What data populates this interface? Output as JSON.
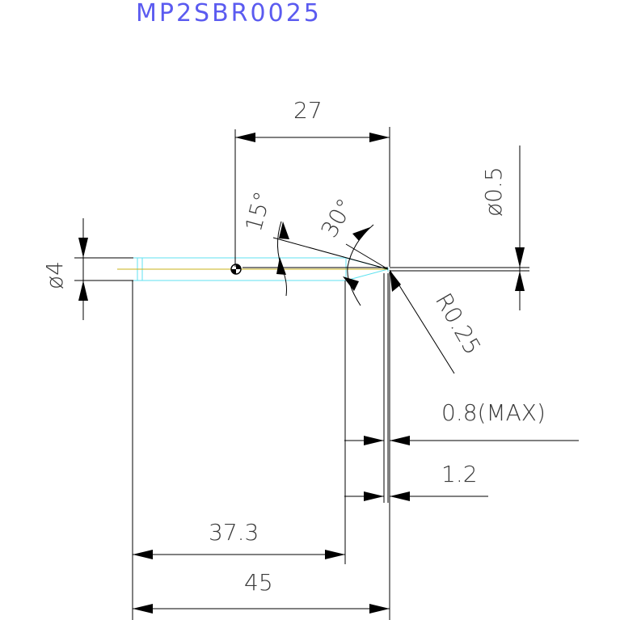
{
  "drawing": {
    "title": "MP2SBR0025",
    "dimensions": {
      "d27": "27",
      "angle15": "15°",
      "angle30": "30°",
      "dia05": "ø0.5",
      "dia4": "ø4",
      "r025": "R0.25",
      "max08": "0.8(MAX)",
      "d12": "1.2",
      "d373": "37.3",
      "d45": "45"
    },
    "colors": {
      "title": "#5b5bf0",
      "body_outline": "#5fe2f0",
      "center_line": "#c8b21a",
      "dimension": "#000000"
    }
  }
}
